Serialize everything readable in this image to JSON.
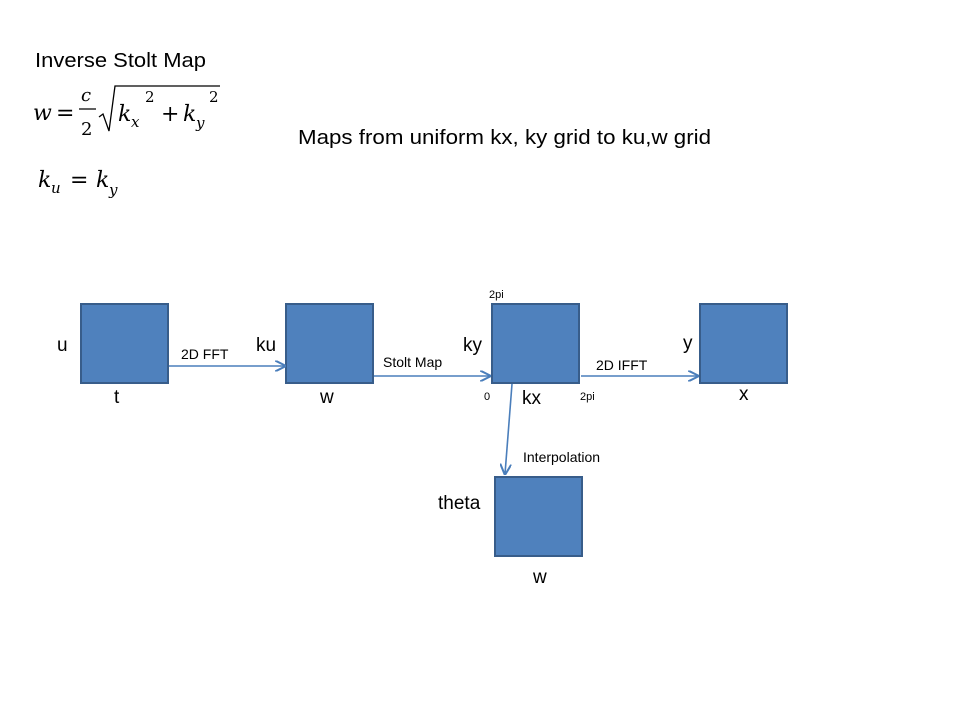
{
  "title": "Inverse Stolt Map",
  "formula_w": {
    "lhs": "w",
    "eq": "=",
    "num": "c",
    "den": "2",
    "k1": "k",
    "k1_sub": "x",
    "k1_sup": "2",
    "plus": "+",
    "k2": "k",
    "k2_sub": "y",
    "k2_sup": "2"
  },
  "formula_ku": {
    "k1": "k",
    "k1_sub": "u",
    "eq": "=",
    "k2": "k",
    "k2_sub": "y"
  },
  "description": "Maps from uniform kx, ky grid to ku,w grid",
  "colors": {
    "box_fill": "#4F81BD",
    "box_stroke": "#385D8A",
    "arrow": "#4A7EBB"
  },
  "nodes": [
    {
      "left_label": "u",
      "bottom_label": "t"
    },
    {
      "left_label": "ku",
      "bottom_label": "w"
    },
    {
      "left_label": "ky",
      "bottom_label": "kx",
      "top_tick": "2pi",
      "origin_tick": "0",
      "right_tick": "2pi"
    },
    {
      "left_label": "y",
      "bottom_label": "x"
    },
    {
      "left_label": "theta",
      "bottom_label": "w"
    }
  ],
  "edges": [
    {
      "label": "2D FFT"
    },
    {
      "label": "Stolt Map"
    },
    {
      "label": "2D IFFT"
    },
    {
      "label": "Interpolation"
    }
  ]
}
